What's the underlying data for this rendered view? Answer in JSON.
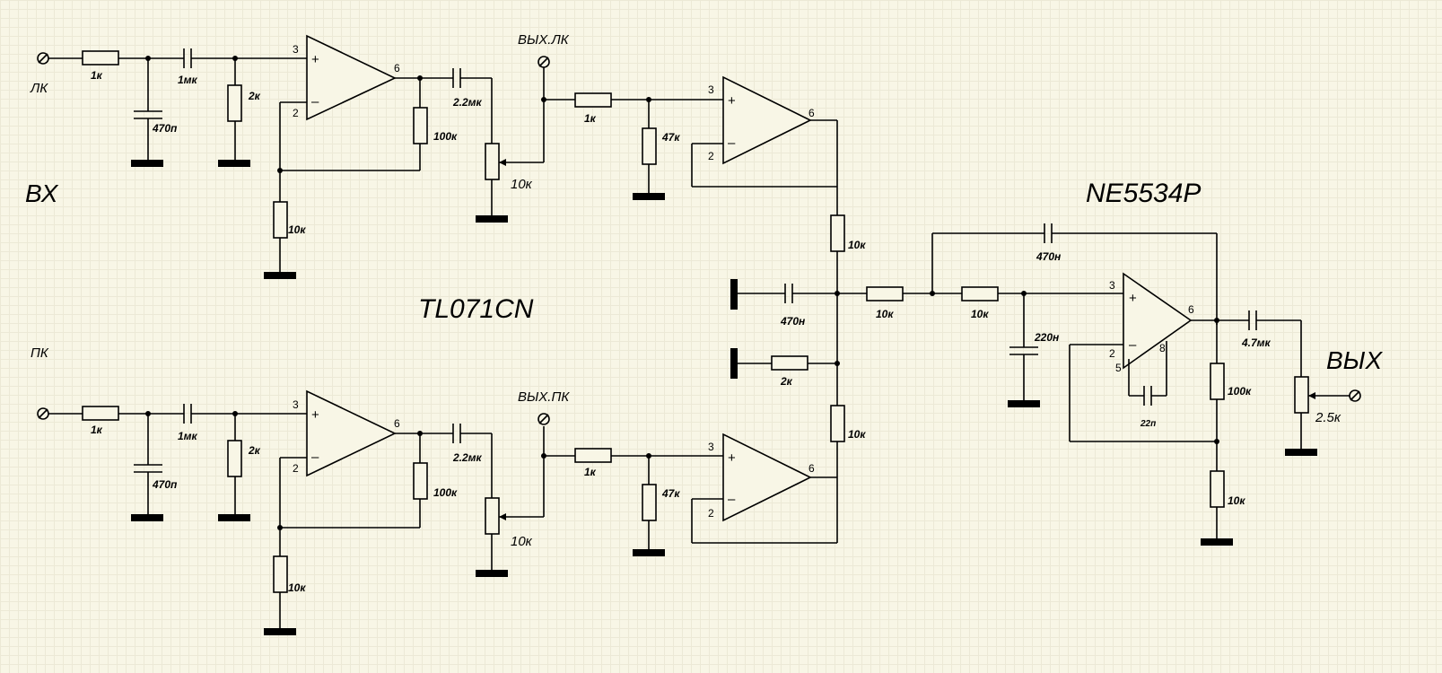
{
  "headings": {
    "input": "ВХ",
    "output": "ВЫХ",
    "chip_input": "TL071CN",
    "chip_output": "NE5534P"
  },
  "ports": {
    "left_in": "ЛК",
    "right_in": "ПК",
    "left_out": "ВЫХ.ЛК",
    "right_out": "ВЫХ.ПК"
  },
  "left_channel": {
    "r_in": "1к",
    "c_filter": "470п",
    "c_couple": "1мк",
    "r_bias": "2к",
    "r_feedback": "100к",
    "r_ground": "10к",
    "c_out": "2.2мк",
    "pot": "10к",
    "r_series": "1к",
    "r_bias2": "47к",
    "r_sum": "10к"
  },
  "right_channel": {
    "r_in": "1к",
    "c_filter": "470п",
    "c_couple": "1мк",
    "r_bias": "2к",
    "r_feedback": "100к",
    "r_ground": "10к",
    "c_out": "2.2мк",
    "pot": "10к",
    "r_series": "1к",
    "r_bias2": "47к",
    "r_sum": "10к"
  },
  "mixer": {
    "c_ground": "470н",
    "r_ground": "2к",
    "r_series1": "10к",
    "r_series2": "10к",
    "c_feedback": "470н",
    "c_input": "220н",
    "c_comp": "22п",
    "r_feedback": "100к",
    "r_ground2": "10к",
    "c_out": "4.7мк",
    "pot_out": "2.5к"
  },
  "pins": {
    "non_inverting": "3",
    "inverting": "2",
    "output": "6",
    "comp1": "5",
    "comp2": "8",
    "plus": "+",
    "minus": "–"
  }
}
